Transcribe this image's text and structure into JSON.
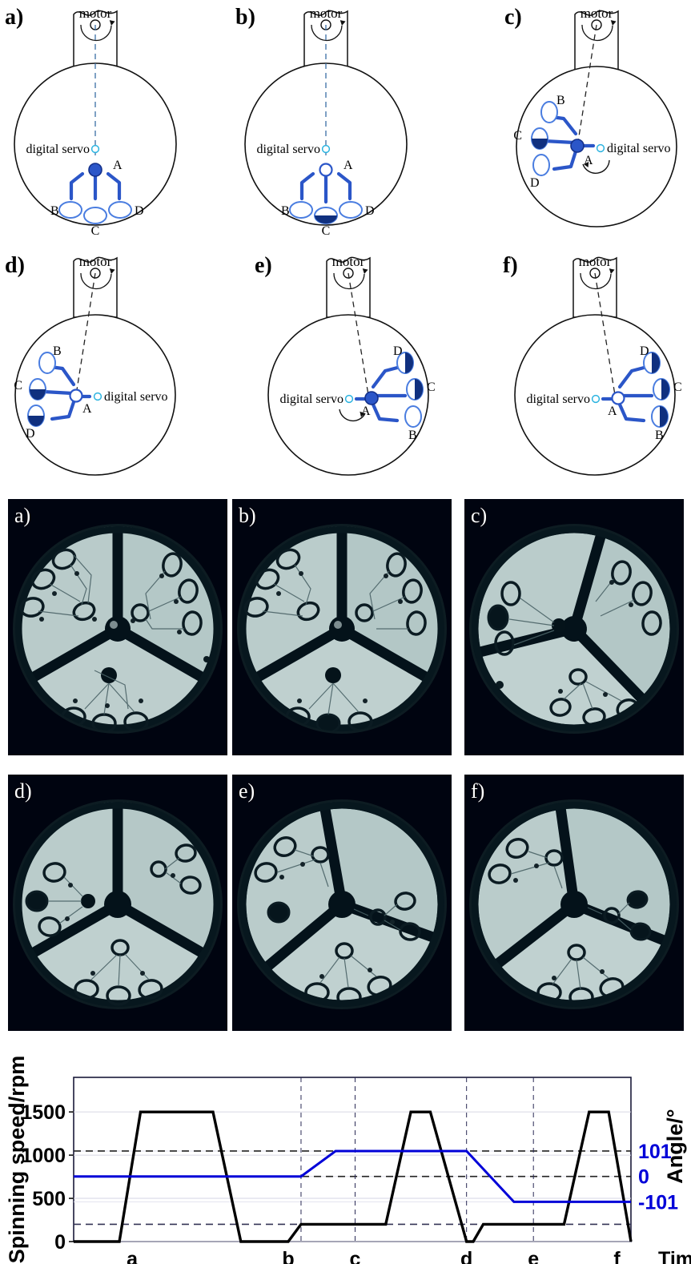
{
  "figure": {
    "schematic_panels": [
      {
        "letter": "a)",
        "motor": "motor",
        "servo": "digital servo",
        "nodes": [
          "A",
          "B",
          "C",
          "D"
        ],
        "state": "rest, chambers at bottom, A filled, all chambers empty",
        "angle_deg": 0,
        "hub_filled": true,
        "chamber_fill": [
          "none",
          "none",
          "none"
        ]
      },
      {
        "letter": "b)",
        "motor": "motor",
        "servo": "digital servo",
        "nodes": [
          "A",
          "B",
          "C",
          "D"
        ],
        "state": "after first spin, chamber C filled",
        "angle_deg": 0,
        "hub_filled": false,
        "chamber_fill": [
          "none",
          "full",
          "none"
        ]
      },
      {
        "letter": "c)",
        "motor": "motor",
        "servo": "digital servo",
        "nodes": [
          "A",
          "B",
          "C",
          "D"
        ],
        "state": "servo rotated +101 deg, hub filled, chamber C partly filled",
        "angle_deg": 101,
        "hub_filled": true,
        "chamber_fill": [
          "none",
          "half",
          "none"
        ]
      },
      {
        "letter": "d)",
        "motor": "motor",
        "servo": "digital servo",
        "nodes": [
          "A",
          "B",
          "C",
          "D"
        ],
        "state": "after second spin, chambers C and D filled",
        "angle_deg": 101,
        "hub_filled": false,
        "chamber_fill": [
          "none",
          "half",
          "half"
        ]
      },
      {
        "letter": "e)",
        "motor": "motor",
        "servo": "digital servo",
        "nodes": [
          "A",
          "B",
          "C",
          "D"
        ],
        "state": "servo rotated to -101 deg, hub filled",
        "angle_deg": -101,
        "hub_filled": true,
        "chamber_fill": [
          "none",
          "half",
          "half"
        ]
      },
      {
        "letter": "f)",
        "motor": "motor",
        "servo": "digital servo",
        "nodes": [
          "A",
          "B",
          "C",
          "D"
        ],
        "state": "after third spin, chambers B, C and D filled",
        "angle_deg": -101,
        "hub_filled": false,
        "chamber_fill": [
          "half",
          "half",
          "half"
        ]
      }
    ],
    "photo_panels": [
      {
        "letter": "a)"
      },
      {
        "letter": "b)"
      },
      {
        "letter": "c)"
      },
      {
        "letter": "d)"
      },
      {
        "letter": "e)"
      },
      {
        "letter": "f)"
      }
    ]
  },
  "chart_data": {
    "type": "line",
    "title": "",
    "xlabel": "Time",
    "ylabel": "Spinning speed/rpm",
    "y2label": "Angle/°",
    "xticklabels": [
      "a",
      "b",
      "c",
      "d",
      "e",
      "f"
    ],
    "xtick_positions": [
      0.105,
      0.385,
      0.505,
      0.705,
      0.825,
      0.975
    ],
    "yticks": [
      0,
      500,
      1000,
      1500
    ],
    "yticklabels": [
      "0",
      "500",
      "1000",
      "1500"
    ],
    "ylim": [
      0,
      1900
    ],
    "y2ticks": [
      -101,
      0,
      101
    ],
    "y2ticklabels": [
      "-101",
      "0",
      "101"
    ],
    "y2lim": [
      -259.0,
      394.0
    ],
    "grid": true,
    "legend": "none",
    "series": [
      {
        "name": "Spinning speed",
        "color": "#000000",
        "axis": "left",
        "units": "rpm",
        "x": [
          0.0,
          0.082,
          0.12,
          0.25,
          0.3,
          0.385,
          0.408,
          0.42,
          0.56,
          0.605,
          0.64,
          0.705,
          0.717,
          0.735,
          0.88,
          0.925,
          0.96,
          1.0
        ],
        "y": [
          0,
          0,
          1500,
          1500,
          0,
          0,
          200,
          200,
          200,
          1500,
          1500,
          0,
          0,
          200,
          200,
          1500,
          1500,
          0
        ]
      },
      {
        "name": "Servo angle",
        "color": "#0000d8",
        "axis": "right",
        "units": "degrees",
        "x": [
          0.0,
          0.408,
          0.47,
          0.705,
          0.79,
          1.0
        ],
        "y": [
          0,
          0,
          101,
          101,
          -101,
          -101
        ]
      }
    ],
    "reference_lines": [
      {
        "value": 200,
        "axis": "left",
        "style": "dashed",
        "color": "#333355"
      },
      {
        "value": 0,
        "axis": "right",
        "style": "dashed",
        "color": "#222222"
      },
      {
        "value": 101,
        "axis": "right",
        "style": "dashed",
        "color": "#222222"
      }
    ],
    "vertical_markers": [
      {
        "x": 0.408,
        "style": "dashed"
      },
      {
        "x": 0.505,
        "style": "dashed"
      },
      {
        "x": 0.705,
        "style": "dashed"
      },
      {
        "x": 0.825,
        "style": "dashed"
      }
    ],
    "annotations": [
      {
        "text": "101",
        "x": 1.01,
        "y": 101,
        "axis": "right",
        "color": "#0000d8"
      },
      {
        "text": "0",
        "x": 1.01,
        "y": 0,
        "axis": "right",
        "color": "#0000d8"
      },
      {
        "text": "-101",
        "x": 1.01,
        "y": -101,
        "axis": "right",
        "color": "#0000d8"
      }
    ]
  }
}
